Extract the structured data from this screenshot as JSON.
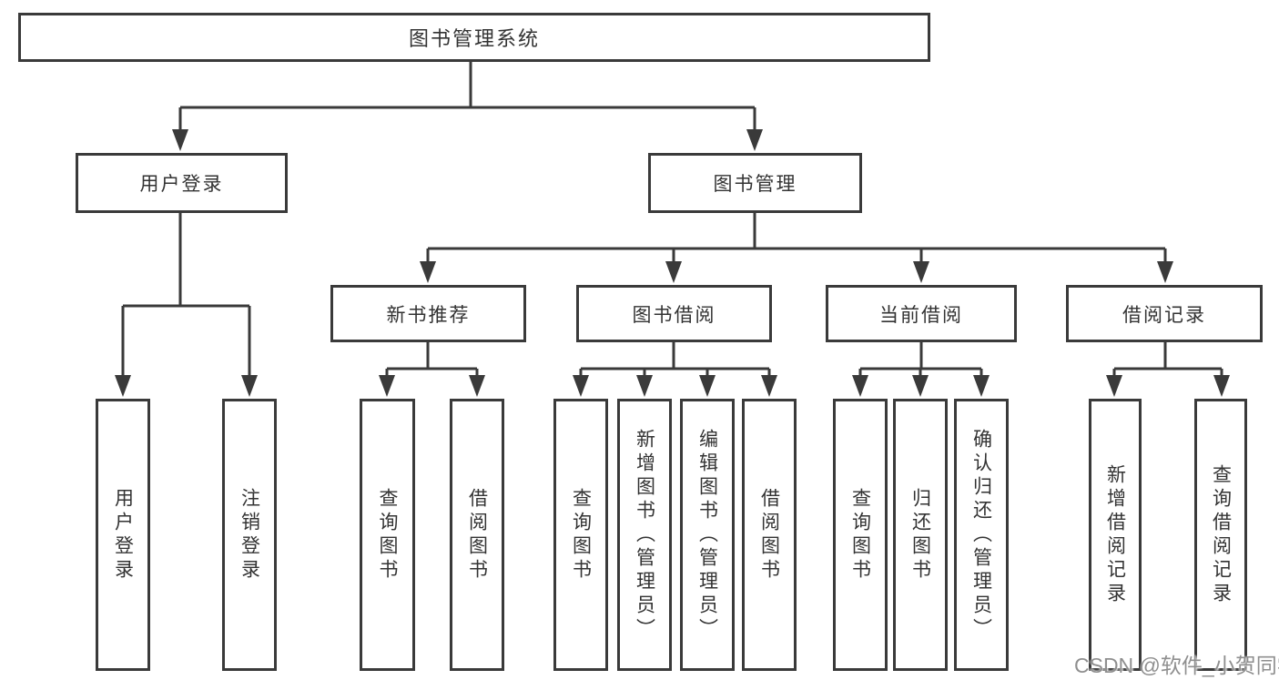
{
  "colors": {
    "line": "#3a3a3a",
    "box_border": "#3a3a3a",
    "text": "#333333",
    "background": "#ffffff",
    "watermark": "#8f8f8f"
  },
  "watermark": {
    "text": "CSDN @软件_小贺同学"
  },
  "tree": {
    "root": {
      "label": "图书管理系统"
    },
    "level2": [
      {
        "label": "用户登录",
        "children": [
          {
            "label": "用户登录"
          },
          {
            "label": "注销登录"
          }
        ]
      },
      {
        "label": "图书管理",
        "children": [
          {
            "label": "新书推荐",
            "children": [
              {
                "label": "查询图书"
              },
              {
                "label": "借阅图书"
              }
            ]
          },
          {
            "label": "图书借阅",
            "children": [
              {
                "label": "查询图书"
              },
              {
                "label": "新增图书（管理员）"
              },
              {
                "label": "编辑图书（管理员）"
              },
              {
                "label": "借阅图书"
              }
            ]
          },
          {
            "label": "当前借阅",
            "children": [
              {
                "label": "查询图书"
              },
              {
                "label": "归还图书"
              },
              {
                "label": "确认归还（管理员）"
              }
            ]
          },
          {
            "label": "借阅记录",
            "children": [
              {
                "label": "新增借阅记录"
              },
              {
                "label": "查询借阅记录"
              }
            ]
          }
        ]
      }
    ]
  }
}
